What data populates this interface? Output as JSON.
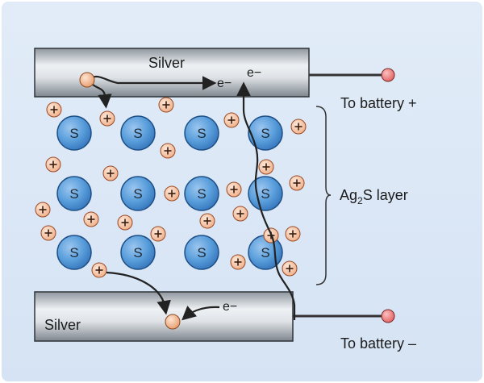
{
  "colors": {
    "background": "#dde8f6",
    "silver_light": "#e9edf1",
    "silver_dark": "#8a929a",
    "sulfur_fill": "#4f94d6",
    "sulfur_stroke": "#1d4f86",
    "ion_fill": "#f5c4a6",
    "ion_stroke": "#9a4a25",
    "electron_fill": "#f0b48d",
    "terminal_fill": "#f07878",
    "wire": "#333333"
  },
  "labels": {
    "top_electrode": "Silver",
    "bottom_electrode": "Silver",
    "electron_top_1": "e−",
    "electron_top_2": "e−",
    "electron_bottom": "e−",
    "battery_plus": "To battery +",
    "battery_minus": "To battery –",
    "layer_prefix": "Ag",
    "layer_subscript": "2",
    "layer_suffix": "S layer",
    "sulfur_symbol": "S",
    "ion_symbol": "+"
  },
  "icons": {
    "sulfur": "sulfur-atom-icon",
    "silver_ion": "silver-ion-icon",
    "electron": "electron-icon",
    "terminal": "battery-terminal-icon"
  }
}
